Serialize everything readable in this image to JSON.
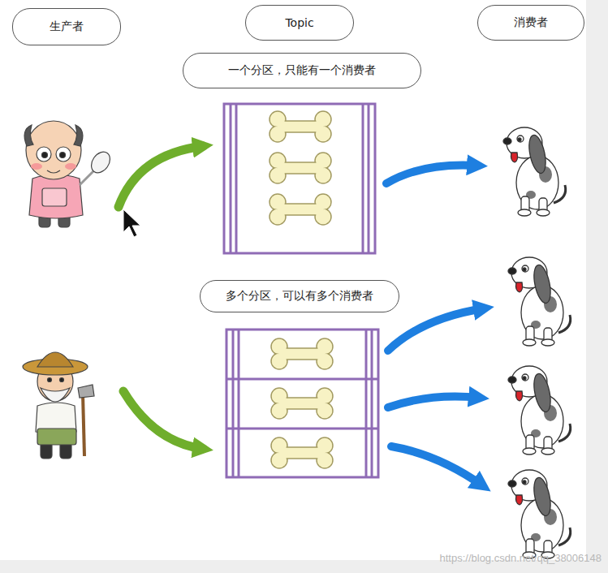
{
  "diagram": {
    "nodes": [
      {
        "text": [
          "生产者"
        ]
      },
      {
        "text": [
          "Topic"
        ]
      },
      {
        "text": [
          "消费者"
        ]
      },
      {
        "text": [
          "一个分区，只能有一个消费者"
        ]
      },
      {
        "text": [
          "多个分区，可以有多个消费者"
        ]
      }
    ],
    "labels": [
      "https://blog.csdn.net/qq_38006148"
    ]
  }
}
